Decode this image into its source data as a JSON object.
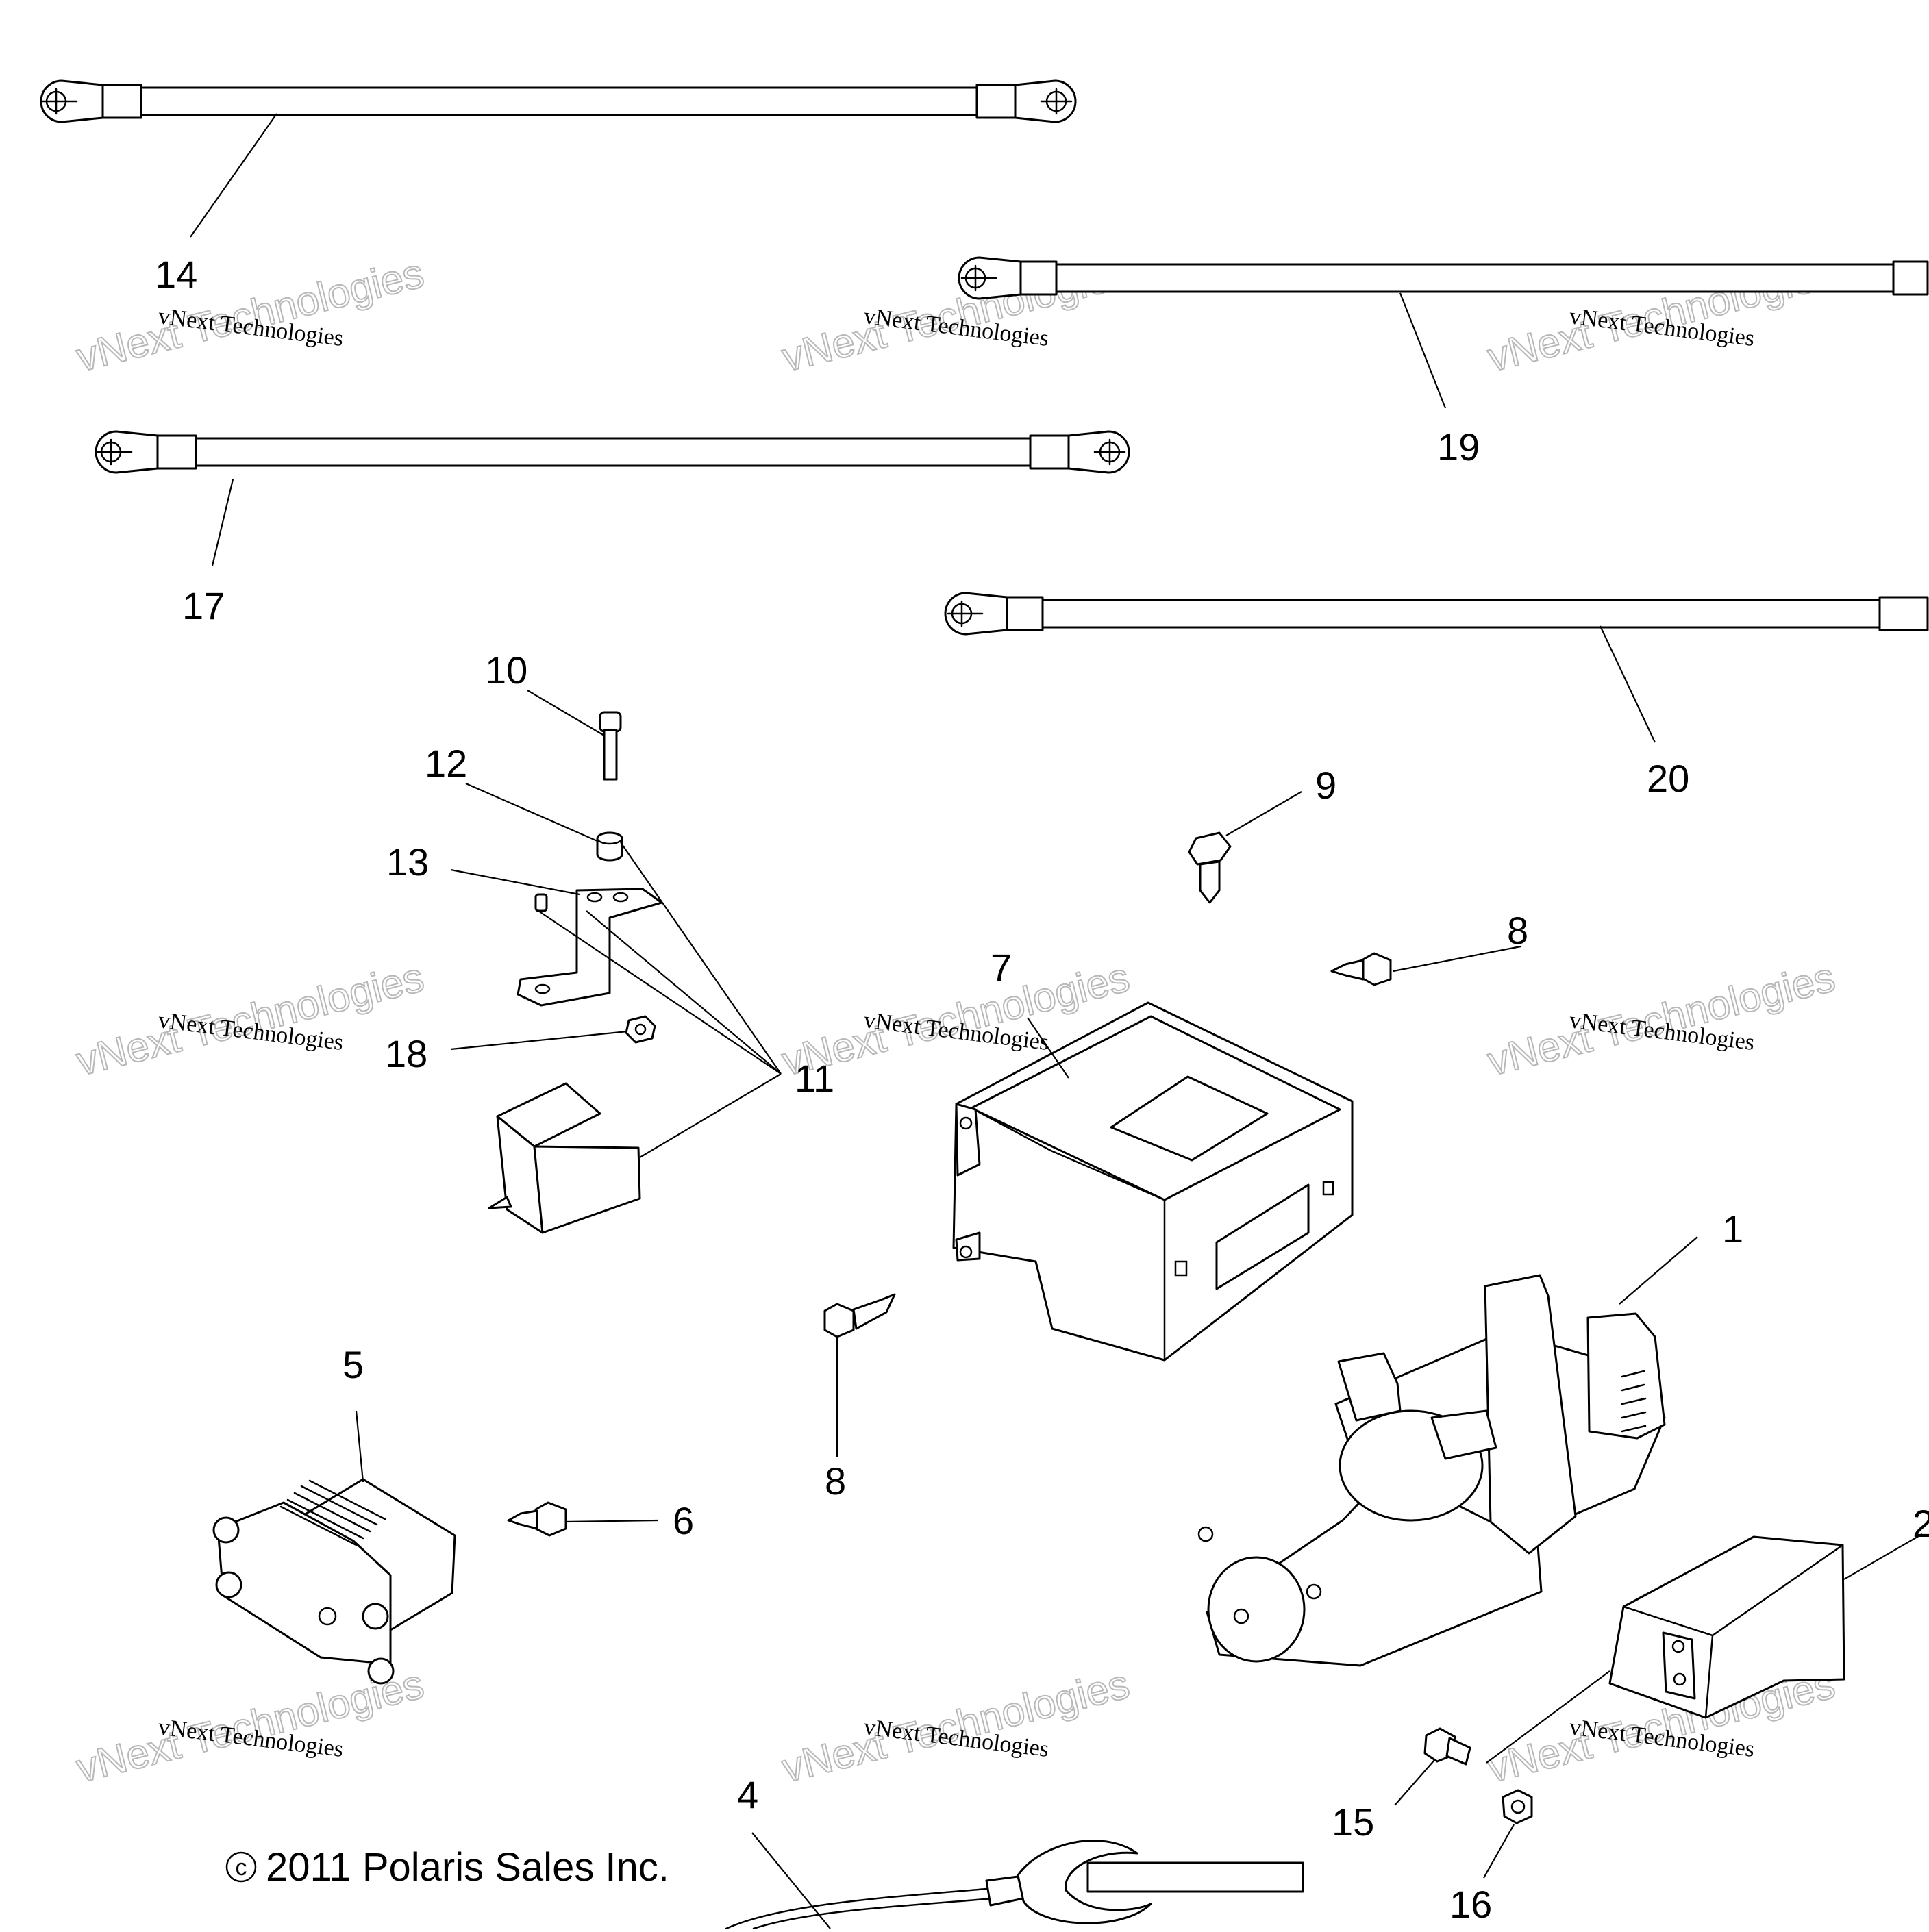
{
  "callouts": [
    "1",
    "2",
    "4",
    "5",
    "6",
    "7",
    "8",
    "8",
    "9",
    "10",
    "11",
    "12",
    "13",
    "14",
    "15",
    "16",
    "17",
    "18",
    "19",
    "20"
  ],
  "watermark": {
    "line1": "vNext Technologies",
    "line2": "vNext Technologies"
  },
  "copyright": {
    "symbol": "c",
    "text": "2011 Polaris Sales Inc."
  }
}
